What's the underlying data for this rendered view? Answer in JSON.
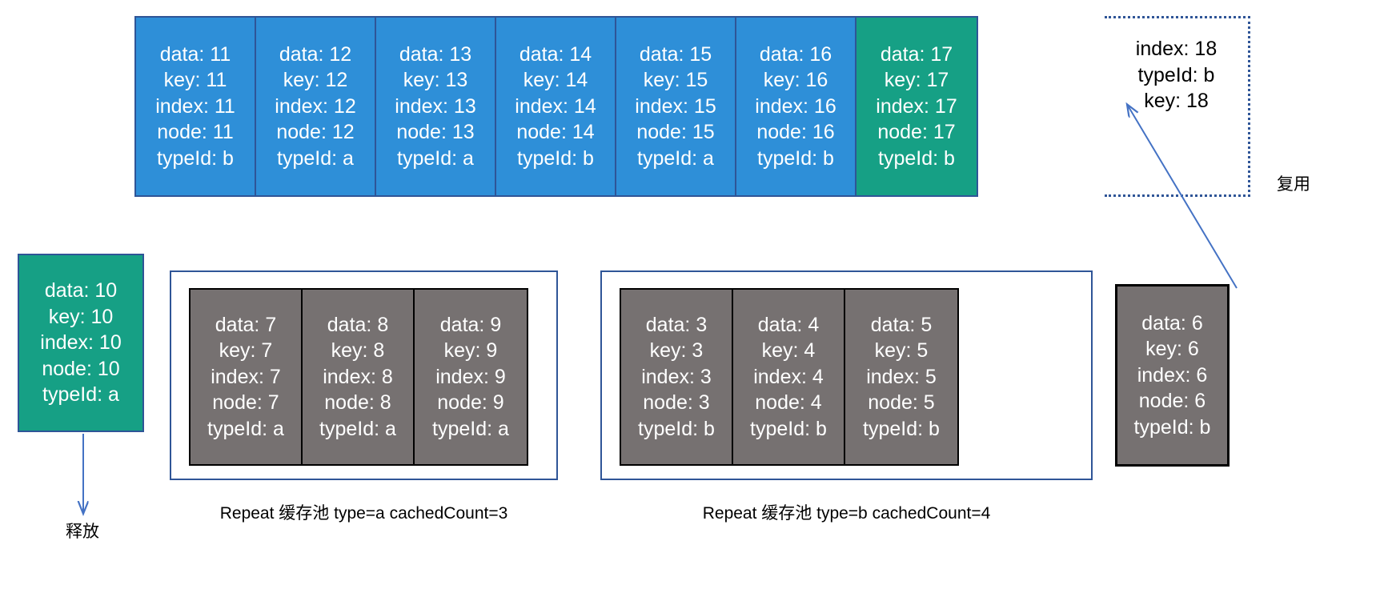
{
  "diagram": {
    "title_hidden": "",
    "colors": {
      "active_blue": "#2e8fd8",
      "active_green": "#16a085",
      "pool_gray": "#767171",
      "border_blue": "#2f5597",
      "arrow_blue": "#4472c4",
      "text_light": "#ffffff",
      "text_dark": "#000000"
    }
  },
  "active_row": {
    "name": "active-item-row",
    "items": [
      {
        "data": "data: 11",
        "key": "key: 11",
        "index": "index: 11",
        "node": "node: 11",
        "typeId": "typeId: b",
        "color": "blue"
      },
      {
        "data": "data: 12",
        "key": "key: 12",
        "index": "index: 12",
        "node": "node: 12",
        "typeId": "typeId: a",
        "color": "blue"
      },
      {
        "data": "data: 13",
        "key": "key: 13",
        "index": "index: 13",
        "node": "node: 13",
        "typeId": "typeId: a",
        "color": "blue"
      },
      {
        "data": "data: 14",
        "key": "key: 14",
        "index": "index: 14",
        "node": "node: 14",
        "typeId": "typeId: b",
        "color": "blue"
      },
      {
        "data": "data: 15",
        "key": "key: 15",
        "index": "index: 15",
        "node": "node: 15",
        "typeId": "typeId: a",
        "color": "blue"
      },
      {
        "data": "data: 16",
        "key": "key: 16",
        "index": "index: 16",
        "node": "node: 16",
        "typeId": "typeId: b",
        "color": "blue"
      },
      {
        "data": "data: 17",
        "key": "key: 17",
        "index": "index: 17",
        "node": "node: 17",
        "typeId": "typeId: b",
        "color": "green"
      }
    ]
  },
  "pending_item": {
    "name": "pending-new-item",
    "index": "index: 18",
    "typeId": "typeId: b",
    "key": "key: 18"
  },
  "released_item": {
    "name": "released-item",
    "data": "data: 10",
    "key": "key: 10",
    "index": "index: 10",
    "node": "node: 10",
    "typeId": "typeId: a"
  },
  "pool_a": {
    "caption": "Repeat 缓存池 type=a  cachedCount=3",
    "items": [
      {
        "data": "data: 7",
        "key": "key: 7",
        "index": "index: 7",
        "node": "node: 7",
        "typeId": "typeId: a"
      },
      {
        "data": "data: 8",
        "key": "key: 8",
        "index": "index: 8",
        "node": "node: 8",
        "typeId": "typeId: a"
      },
      {
        "data": "data: 9",
        "key": "key: 9",
        "index": "index: 9",
        "node": "node: 9",
        "typeId": "typeId: a"
      }
    ]
  },
  "pool_b": {
    "caption": "Repeat 缓存池 type=b  cachedCount=4",
    "items": [
      {
        "data": "data: 3",
        "key": "key: 3",
        "index": "index: 3",
        "node": "node: 3",
        "typeId": "typeId: b"
      },
      {
        "data": "data: 4",
        "key": "key: 4",
        "index": "index: 4",
        "node": "node: 4",
        "typeId": "typeId: b"
      },
      {
        "data": "data: 5",
        "key": "key: 5",
        "index": "index: 5",
        "node": "node: 5",
        "typeId": "typeId: b"
      }
    ]
  },
  "reuse_item": {
    "name": "reuse-candidate",
    "data": "data: 6",
    "key": "key: 6",
    "index": "index: 6",
    "node": "node: 6",
    "typeId": "typeId: b"
  },
  "annotations": {
    "reuse_label": "复用",
    "release_label": "释放"
  }
}
